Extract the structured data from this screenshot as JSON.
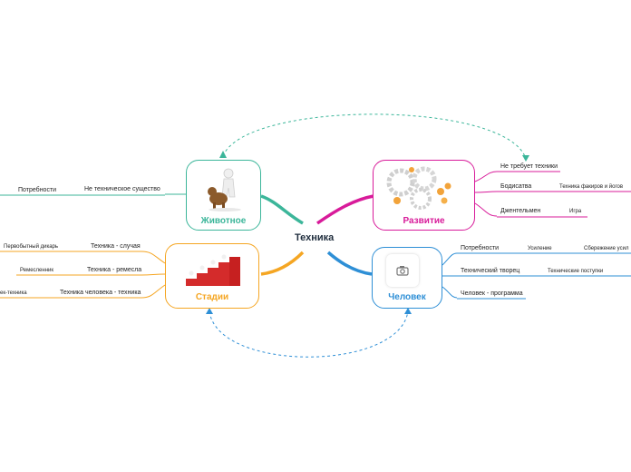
{
  "center": {
    "label": "Техника"
  },
  "branches": {
    "animal": {
      "label": "Животное",
      "color": "#3cb69a",
      "children": [
        {
          "label": "Не техническое существо",
          "sub": "Потребности"
        }
      ]
    },
    "development": {
      "label": "Развитие",
      "color": "#d81b9a",
      "children": [
        {
          "label": "Не требует техники"
        },
        {
          "label": "Бодисатва",
          "sub": "Техника факиров и йогов"
        },
        {
          "label": "Джентельмен",
          "sub": "Игра"
        }
      ]
    },
    "stages": {
      "label": "Стадии",
      "color": "#f5a623",
      "children": [
        {
          "label": "Техника - случая",
          "sub": "Первобытный дикарь"
        },
        {
          "label": "Техника - ремесла",
          "sub": "Ремесленник"
        },
        {
          "label": "Техника человека - техника",
          "sub": "ек-техника"
        }
      ]
    },
    "human": {
      "label": "Человек",
      "color": "#2e8fd6",
      "children": [
        {
          "label": "Потребности",
          "sub": "Усиление",
          "sub2": "Сбережение усил"
        },
        {
          "label": "Технический творец",
          "sub": "Технические поступки"
        },
        {
          "label": "Человек - программа"
        }
      ]
    }
  }
}
